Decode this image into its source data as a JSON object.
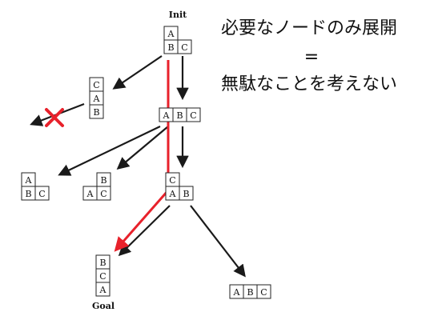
{
  "caption": {
    "line1": "必要なノードのみ展開",
    "line2": "=",
    "line3": "無駄なことを考えない"
  },
  "labels": {
    "init": "Init",
    "goal": "Goal"
  },
  "nodes": {
    "init": {
      "top": "A",
      "bottom_left": "B",
      "bottom_right": "C"
    },
    "left1": {
      "top": "C",
      "middle": "A",
      "bottom": "B"
    },
    "mid": {
      "left": "A",
      "center": "B",
      "right": "C"
    },
    "cand1": {
      "top": "A",
      "bottom_left": "B",
      "bottom_right": "C"
    },
    "cand2": {
      "top": "B",
      "bottom_left": "A",
      "bottom_right": "C"
    },
    "cand3": {
      "top": "C",
      "bottom_left": "A",
      "bottom_right": "B"
    },
    "goal": {
      "top": "B",
      "middle": "C",
      "bottom": "A"
    },
    "row": {
      "left": "A",
      "center": "B",
      "right": "C"
    }
  },
  "colors": {
    "edge": "#1a1a1a",
    "solution_path": "#e8212b",
    "pruned_mark": "#e8212b"
  },
  "icons": {
    "pruned": "cross-mark-icon"
  }
}
